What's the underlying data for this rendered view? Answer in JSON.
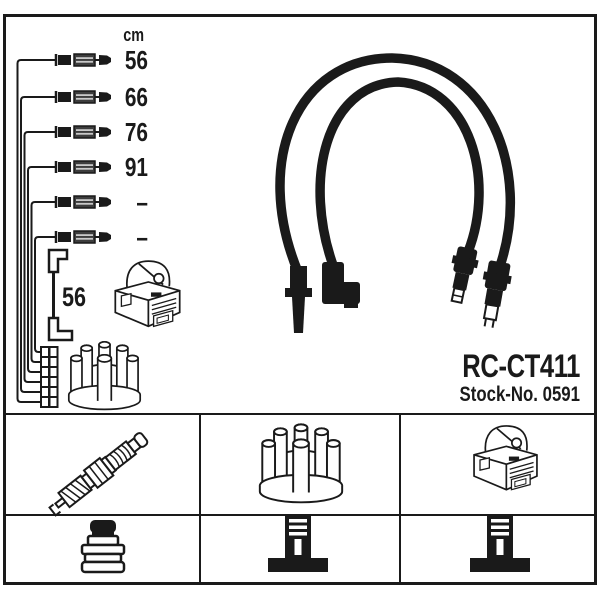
{
  "product": {
    "model": "RC-CT411",
    "stock_no": "Stock-No. 0591"
  },
  "measurements": {
    "unit": "cm",
    "cable_lengths": [
      "56",
      "66",
      "76",
      "91",
      "–",
      "–"
    ],
    "coil_wire_length": "56"
  },
  "icons": {
    "wire_row": "spark-plug-lead-with-connectors",
    "coil_wire": "coil-lead-with-angled-boots",
    "cable_set": "two-black-ignition-cables",
    "ignition_coil": "ignition-coil",
    "distributor_cap": "distributor-cap",
    "spark_plug": "spark-plug",
    "terminal_nut": "plug-terminal-nut",
    "plug_terminal": "black-terminal-silhouette"
  },
  "colors": {
    "ink": "#1a1a1a",
    "background": "#ffffff"
  }
}
